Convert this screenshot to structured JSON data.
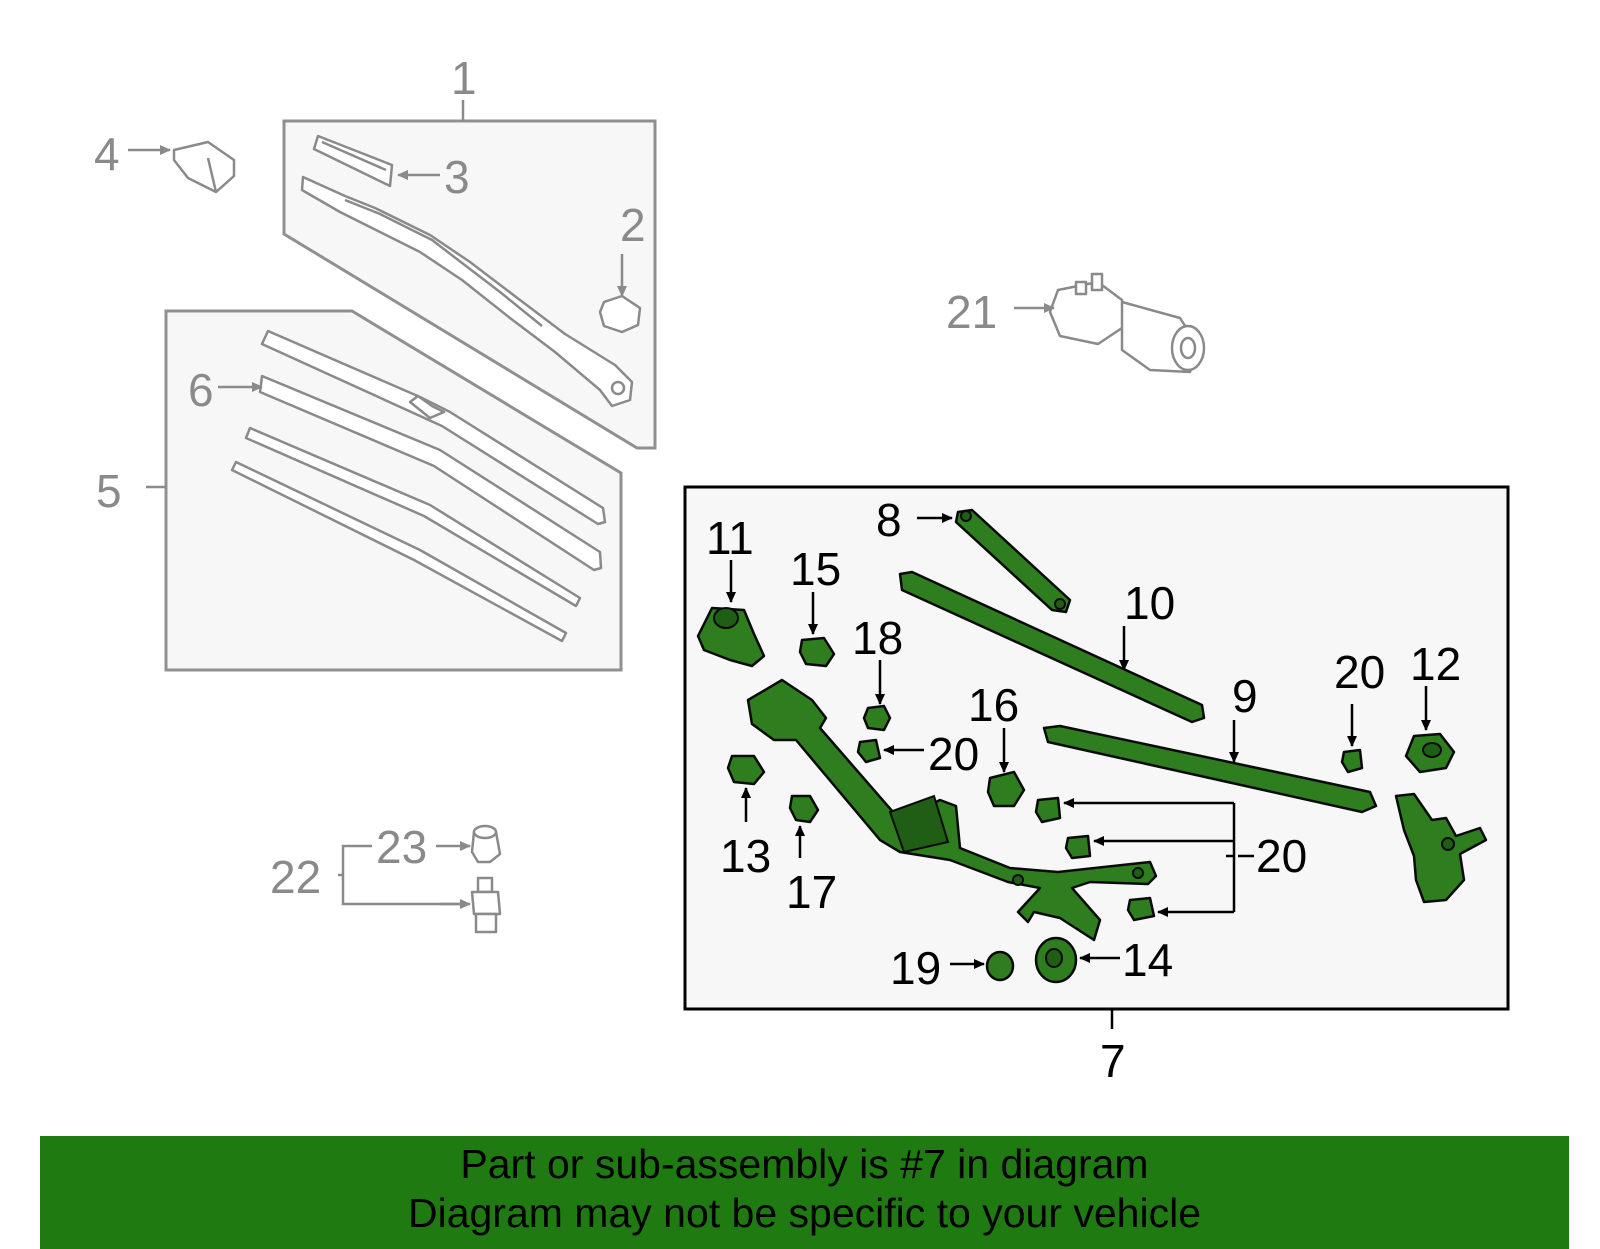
{
  "diagram": {
    "labels": {
      "n1": "1",
      "n2": "2",
      "n3": "3",
      "n4": "4",
      "n5": "5",
      "n6": "6",
      "n7": "7",
      "n8": "8",
      "n9": "9",
      "n10": "10",
      "n11": "11",
      "n12": "12",
      "n13": "13",
      "n14": "14",
      "n15": "15",
      "n16": "16",
      "n17": "17",
      "n18": "18",
      "n19": "19",
      "n20a": "20",
      "n20b": "20",
      "n20c": "20",
      "n21": "21",
      "n22": "22",
      "n23": "23"
    },
    "colors": {
      "highlight_part": "#2e7d1f",
      "ghost_part": "#8a8a8a",
      "banner": "#1f7a12"
    }
  },
  "banner": {
    "line1": "Part or sub-assembly is #7 in diagram",
    "line2": "Diagram may not be specific to your vehicle"
  }
}
